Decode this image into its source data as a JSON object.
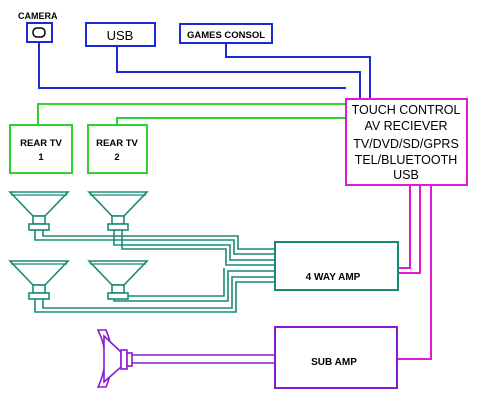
{
  "camera": {
    "label": "CAMERA"
  },
  "usb": {
    "label": "USB"
  },
  "games": {
    "label": "GAMES CONSOL"
  },
  "receiver": {
    "lines": [
      "TOUCH CONTROL",
      "AV RECIEVER",
      "TV/DVD/SD/GPRS",
      "TEL/BLUETOOTH",
      "USB"
    ]
  },
  "rear_tv_1": {
    "line1": "REAR TV",
    "line2": "1"
  },
  "rear_tv_2": {
    "line1": "REAR TV",
    "line2": "2"
  },
  "amp4": {
    "label": "4 WAY AMP"
  },
  "subamp": {
    "label": "SUB AMP"
  },
  "colors": {
    "blue": "#1a2bd6",
    "green": "#2ed12e",
    "magenta": "#e21ad6",
    "teal": "#1a8a74",
    "purple": "#8a1ad0"
  }
}
